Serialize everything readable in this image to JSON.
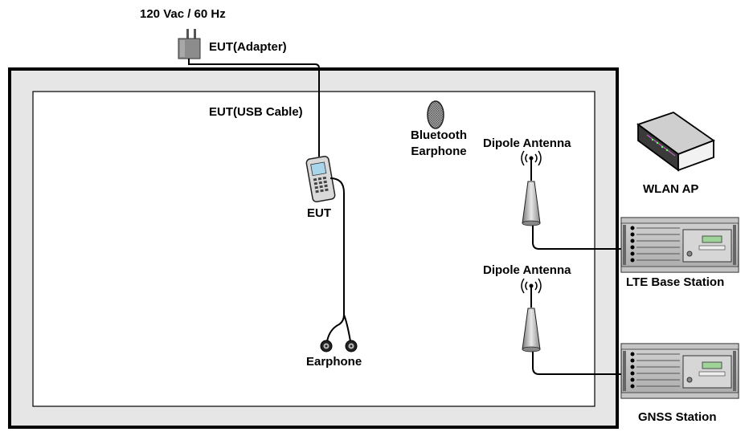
{
  "labels": {
    "power": "120 Vac / 60 Hz",
    "adapter": "EUT(Adapter)",
    "usb_cable": "EUT(USB Cable)",
    "eut": "EUT",
    "earphone": "Earphone",
    "bt_line1": "Bluetooth",
    "bt_line2": "Earphone",
    "dipole_1": "Dipole Antenna",
    "dipole_2": "Dipole Antenna",
    "wlan_ap": "WLAN AP",
    "lte_base_station": "LTE Base Station",
    "gnss_station": "GNSS Station"
  },
  "colors": {
    "chamber_fill": "#e6e6e6",
    "outline": "#000000",
    "device_gray": "#bdbdbd",
    "lcd_green": "#9fd39a"
  },
  "icons": [
    "power-adapter-icon",
    "mobile-phone-icon",
    "earphone-icon",
    "bluetooth-earphone-icon",
    "dipole-antenna-icon",
    "wlan-ap-icon",
    "base-station-icon"
  ]
}
